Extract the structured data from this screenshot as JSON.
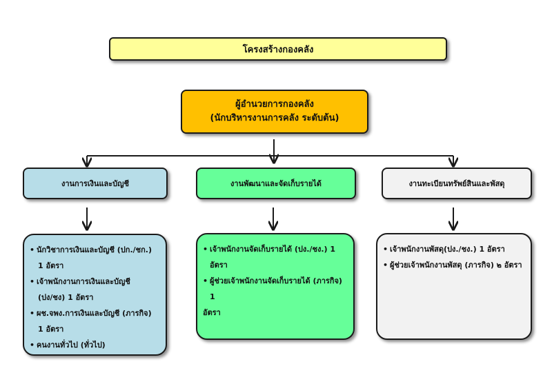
{
  "title": "โครงสร้างกองคลัง",
  "head": {
    "line1": "ผู้อำนวยการกองคลัง",
    "line2": "(นักบริหารงานการคลัง ระดับต้น)"
  },
  "departments": [
    {
      "name": "งานการเงินและบัญชี",
      "color": "#b7dde8",
      "staff": [
        [
          "นักวิชาการเงินและบัญชี (ปก./ชก.)",
          "1 อัตรา"
        ],
        [
          "เจ้าพนักงานการเงินและบัญชี",
          "(ปง/ชง) 1 อัตรา"
        ],
        [
          "ผช.จพง.การเงินและบัญชี (ภารกิจ)",
          "1 อัตรา"
        ],
        [
          "คนงานทั่วไป (ทั่วไป)"
        ]
      ]
    },
    {
      "name": "งานพัฒนาและจัดเก็บรายได้",
      "color": "#66ff99",
      "staff": [
        [
          "เจ้าพนักงานจัดเก็บรายได้ (ปง./ชง.) 1 อัตรา"
        ],
        [
          "ผู้ช่วยเจ้าพนักงานจัดเก็บรายได้ (ภารกิจ) 1",
          "อัตรา"
        ]
      ]
    },
    {
      "name": "งานทะเบียนทรัพย์สินและพัสดุ",
      "color": "#f2f2f2",
      "staff": [
        [
          "เจ้าพนักงานพัสดุ(ปง./ชง.) 1 อัตรา"
        ],
        [
          "ผู้ช่วยเจ้าพนักงานพัสดุ (ภารกิจ) ๒ อัตรา"
        ]
      ]
    }
  ],
  "colors": {
    "title_bg": "#ffff99",
    "head_bg": "#ffc000",
    "line": "#1a1a1a"
  }
}
